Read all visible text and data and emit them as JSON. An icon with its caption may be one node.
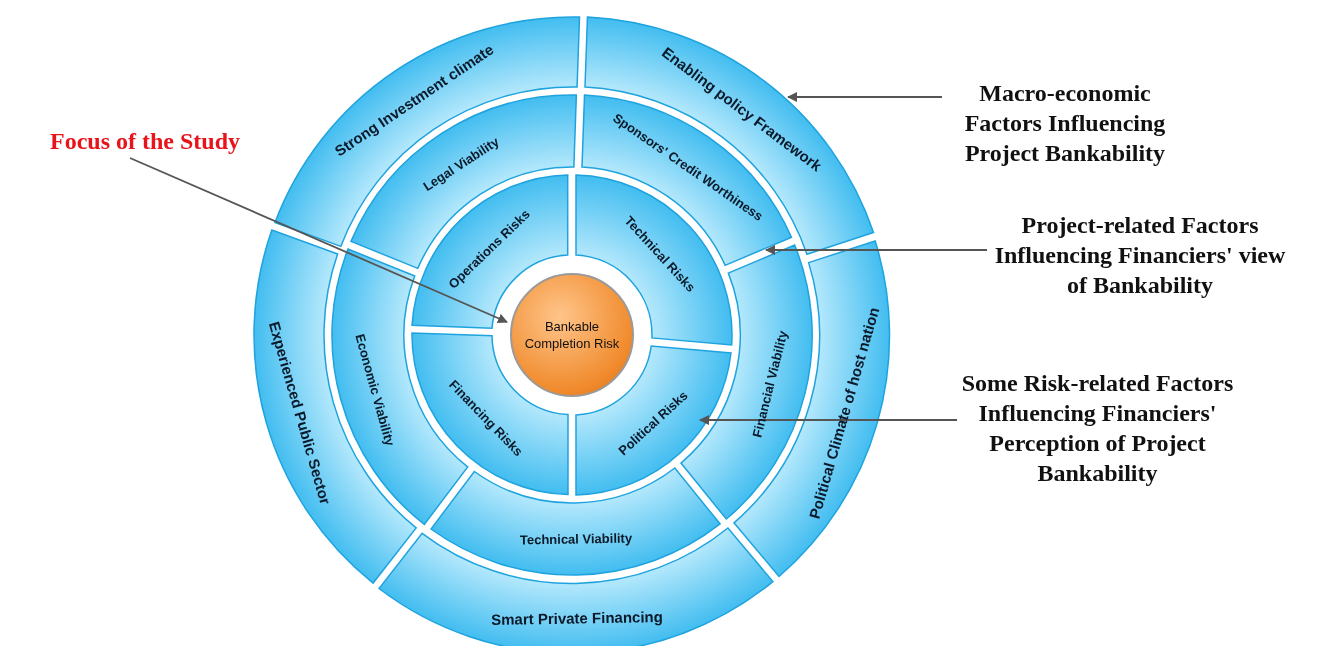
{
  "diagram": {
    "nodes": [
      {
        "text": [
          "Bankable Completion Risk"
        ]
      },
      {
        "text": [
          "Operations Risks"
        ]
      },
      {
        "text": [
          "Technical Risks"
        ]
      },
      {
        "text": [
          "Political Risks"
        ]
      },
      {
        "text": [
          "Financing Risks"
        ]
      },
      {
        "text": [
          "Legal Viability"
        ]
      },
      {
        "text": [
          "Sponsors' Credit Worthiness"
        ]
      },
      {
        "text": [
          "Financial Viability"
        ]
      },
      {
        "text": [
          "Technical Viability"
        ]
      },
      {
        "text": [
          "Economic Viability"
        ]
      },
      {
        "text": [
          "Strong Investment climate"
        ]
      },
      {
        "text": [
          "Enabling policy Framework"
        ]
      },
      {
        "text": [
          "Political Climate of host nation"
        ]
      },
      {
        "text": [
          "Smart Private Financing"
        ]
      },
      {
        "text": [
          "Experienced Public Sector"
        ]
      },
      {
        "text": [
          "Focus of the Study"
        ]
      },
      {
        "text": [
          "Macro-economic Factors Influencing Project Bankability"
        ]
      },
      {
        "text": [
          "Project-related Factors Influencing Financiers' view of Bankability"
        ]
      },
      {
        "text": [
          "Some Risk-related Factors Influencing Financiers' Perception of Project Bankability"
        ]
      }
    ],
    "edges": [
      {
        "from": 15,
        "to": 0,
        "arrow": "to"
      },
      {
        "from": 16,
        "to": 11,
        "arrow": "to"
      },
      {
        "from": 17,
        "to": 6,
        "arrow": "to"
      },
      {
        "from": 18,
        "to": 3,
        "arrow": "to"
      }
    ]
  }
}
